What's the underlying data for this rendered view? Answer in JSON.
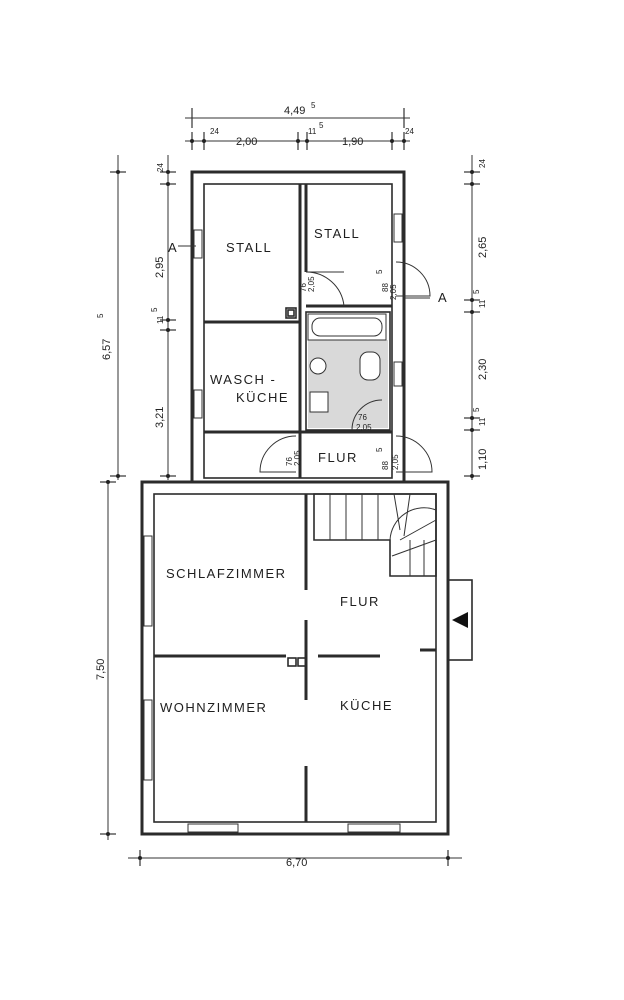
{
  "rooms": {
    "stall_left": "STALL",
    "stall_right": "STALL",
    "wasch_1": "WASCH -",
    "wasch_2": "KÜCHE",
    "flur_small": "FLUR",
    "schlafzimmer": "SCHLAFZIMMER",
    "flur_main": "FLUR",
    "wohnzimmer": "WOHNZIMMER",
    "kueche": "KÜCHE"
  },
  "dimensions": {
    "top_total": "4,49",
    "top_total_sup": "5",
    "top_24_left": "24",
    "top_200": "2,00",
    "top_11": "11",
    "top_11_sup": "5",
    "top_190": "1,90",
    "top_24_right": "24",
    "left_24": "24",
    "left_295": "2,95",
    "left_11": "11",
    "left_11_sup": "5",
    "left_321": "3,21",
    "left_657": "6,57",
    "left_657_sup": "5",
    "left_750": "7,50",
    "right_24": "24",
    "right_265": "2,65",
    "right_11": "11",
    "right_11_sup": "5",
    "right_230": "2,30",
    "right_11b": "11",
    "right_11b_sup": "5",
    "right_110": "1,10",
    "bottom_670": "6,70"
  },
  "doors": {
    "d1_w": "76",
    "d1_h": "2,05",
    "d2_w": "88",
    "d2_w_sup": "5",
    "d2_h": "2,05",
    "d3_w": "76",
    "d3_h": "2,05",
    "d4_w": "76",
    "d4_h": "2,05",
    "d5_w": "88",
    "d5_w_sup": "5",
    "d5_h": "2,05"
  },
  "section_marks": {
    "left": "A",
    "right": "A"
  },
  "colors": {
    "ink": "#2b2b2b",
    "paper": "#ffffff",
    "tile": "#d9d9d9"
  }
}
